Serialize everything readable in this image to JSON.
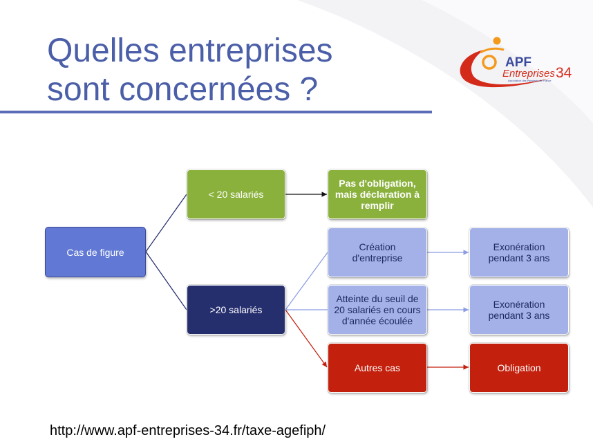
{
  "slide": {
    "title_lines": [
      "Quelles entreprises",
      "sont concernées ?"
    ],
    "url": "http://www.apf-entreprises-34.fr/taxe-agefiph/"
  },
  "logo": {
    "acronym": "APF",
    "name": "Entreprises",
    "number": "34",
    "tagline": "Association des Paralysés de France"
  },
  "diagram": {
    "nodes": {
      "cas_de_figure": "Cas de figure",
      "moins_20": "< 20 salariés",
      "plus_20": ">20 salariés",
      "pas_obligation": "Pas d'obligation,\nmais déclaration à\nremplir",
      "creation": "Création\nd'entreprise",
      "atteinte_seuil": "Atteinte du seuil de\n20 salariés en cours\nd'année écoulée",
      "autres_cas": "Autres cas",
      "exoneration_1": "Exonération\npendant 3 ans",
      "exoneration_2": "Exonération\npendant 3 ans",
      "obligation": "Obligation"
    }
  },
  "colors": {
    "title": "#4b5ea8",
    "rule": "#5a6cb7",
    "root": "#6179d4",
    "root_border": "#3a4896",
    "green": "#8ab13c",
    "navy": "#262f6e",
    "light_blue": "#a3b1e8",
    "red": "#c3200d",
    "dark_text": "#1e2760",
    "connector_blue": "#8b9ce2",
    "connector_black": "#111111",
    "logo_red": "#d42a1a",
    "logo_orange": "#f39a1d",
    "logo_blue": "#3b4b9c"
  }
}
